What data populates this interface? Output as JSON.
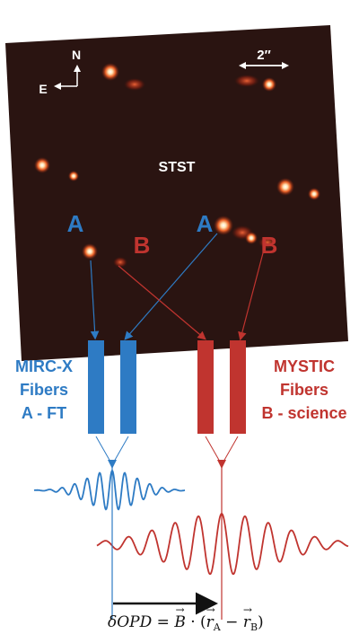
{
  "image": {
    "north": "N",
    "east": "E",
    "scale": "2″",
    "target": "STST"
  },
  "labels": {
    "blue_a_left": "A",
    "red_b_left": "B",
    "blue_a_right": "A",
    "red_b_right": "B"
  },
  "mircx": {
    "title": "MIRC-X",
    "line2": "Fibers",
    "line3": "A - FT"
  },
  "mystic": {
    "title": "MYSTIC",
    "line2": "Fibers",
    "line3": "B - science"
  },
  "formula": {
    "text": "δOPD = B · (r_A − r_B)",
    "delta": "δOPD",
    "equals": " = ",
    "baseline": "B",
    "dot": " · (",
    "ra": "r",
    "ra_sub": "A",
    "minus": " − ",
    "rb": "r",
    "rb_sub": "B",
    "close": ")"
  },
  "colors": {
    "blue": "#2e7bc4",
    "red": "#c0342f",
    "sky": "#2a1411"
  }
}
